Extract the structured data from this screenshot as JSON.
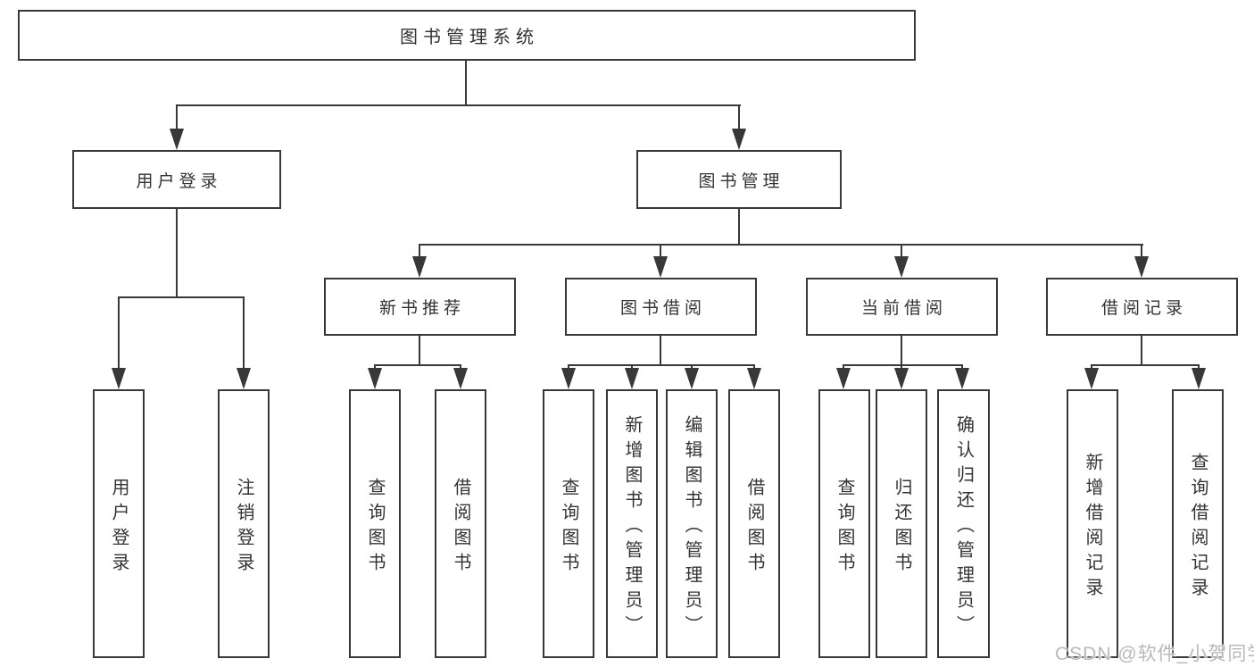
{
  "page": {
    "background": "#ffffff"
  },
  "colors": {
    "line": "#383838",
    "box_border": "#383838",
    "text": "#333333",
    "watermark_text": "#b9b9b9"
  },
  "watermark": {
    "text": "CSDN @软件_小贺同学"
  },
  "diagram": {
    "type": "hierarchy-tree",
    "root": {
      "label": "图书管理系统",
      "children": [
        {
          "label": "用户登录",
          "children": [
            {
              "label": "用户登录"
            },
            {
              "label": "注销登录"
            }
          ]
        },
        {
          "label": "图书管理",
          "children": [
            {
              "label": "新书推荐",
              "children": [
                {
                  "label": "查询图书"
                },
                {
                  "label": "借阅图书"
                }
              ]
            },
            {
              "label": "图书借阅",
              "children": [
                {
                  "label": "查询图书"
                },
                {
                  "label": "新增图书（管理员）"
                },
                {
                  "label": "编辑图书（管理员）"
                },
                {
                  "label": "借阅图书"
                }
              ]
            },
            {
              "label": "当前借阅",
              "children": [
                {
                  "label": "查询图书"
                },
                {
                  "label": "归还图书"
                },
                {
                  "label": "确认归还（管理员）"
                }
              ]
            },
            {
              "label": "借阅记录",
              "children": [
                {
                  "label": "新增借阅记录"
                },
                {
                  "label": "查询借阅记录"
                }
              ]
            }
          ]
        }
      ]
    }
  }
}
